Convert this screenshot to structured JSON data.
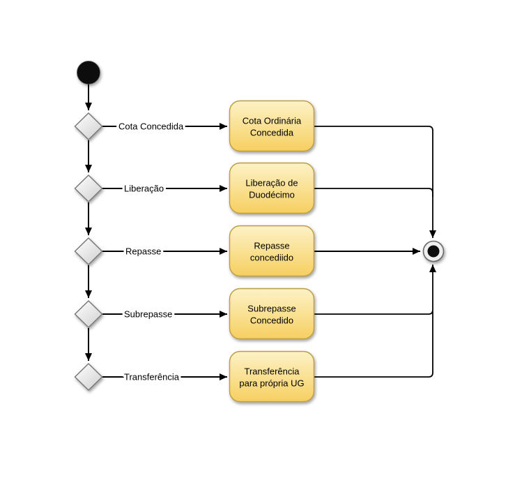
{
  "diagram": {
    "type": "uml-activity-diagram",
    "background_color": "#ffffff",
    "colors": {
      "activity_fill_top": "#FDF2C6",
      "activity_fill_bottom": "#F6CF60",
      "activity_border": "#BD9C44",
      "decision_fill_top": "#FFFFFF",
      "decision_fill_bottom": "#D2D2D2",
      "decision_border": "#767676",
      "edge_color": "#000000",
      "text_color": "#000000"
    },
    "start_node": {
      "kind": "initial-node"
    },
    "final_node": {
      "kind": "activity-final-node"
    },
    "rows": [
      {
        "guard": "Cota Concedida",
        "activity_lines": [
          "Cota Ordinária",
          "Concedida"
        ]
      },
      {
        "guard": "Liberação",
        "activity_lines": [
          "Liberação de",
          "Duodécimo"
        ]
      },
      {
        "guard": "Repasse",
        "activity_lines": [
          "Repasse",
          "concediido"
        ]
      },
      {
        "guard": "Subrepasse",
        "activity_lines": [
          "Subrepasse",
          "Concedido"
        ]
      },
      {
        "guard": "Transferência",
        "activity_lines": [
          "Transferência",
          "para própria UG"
        ]
      }
    ]
  }
}
